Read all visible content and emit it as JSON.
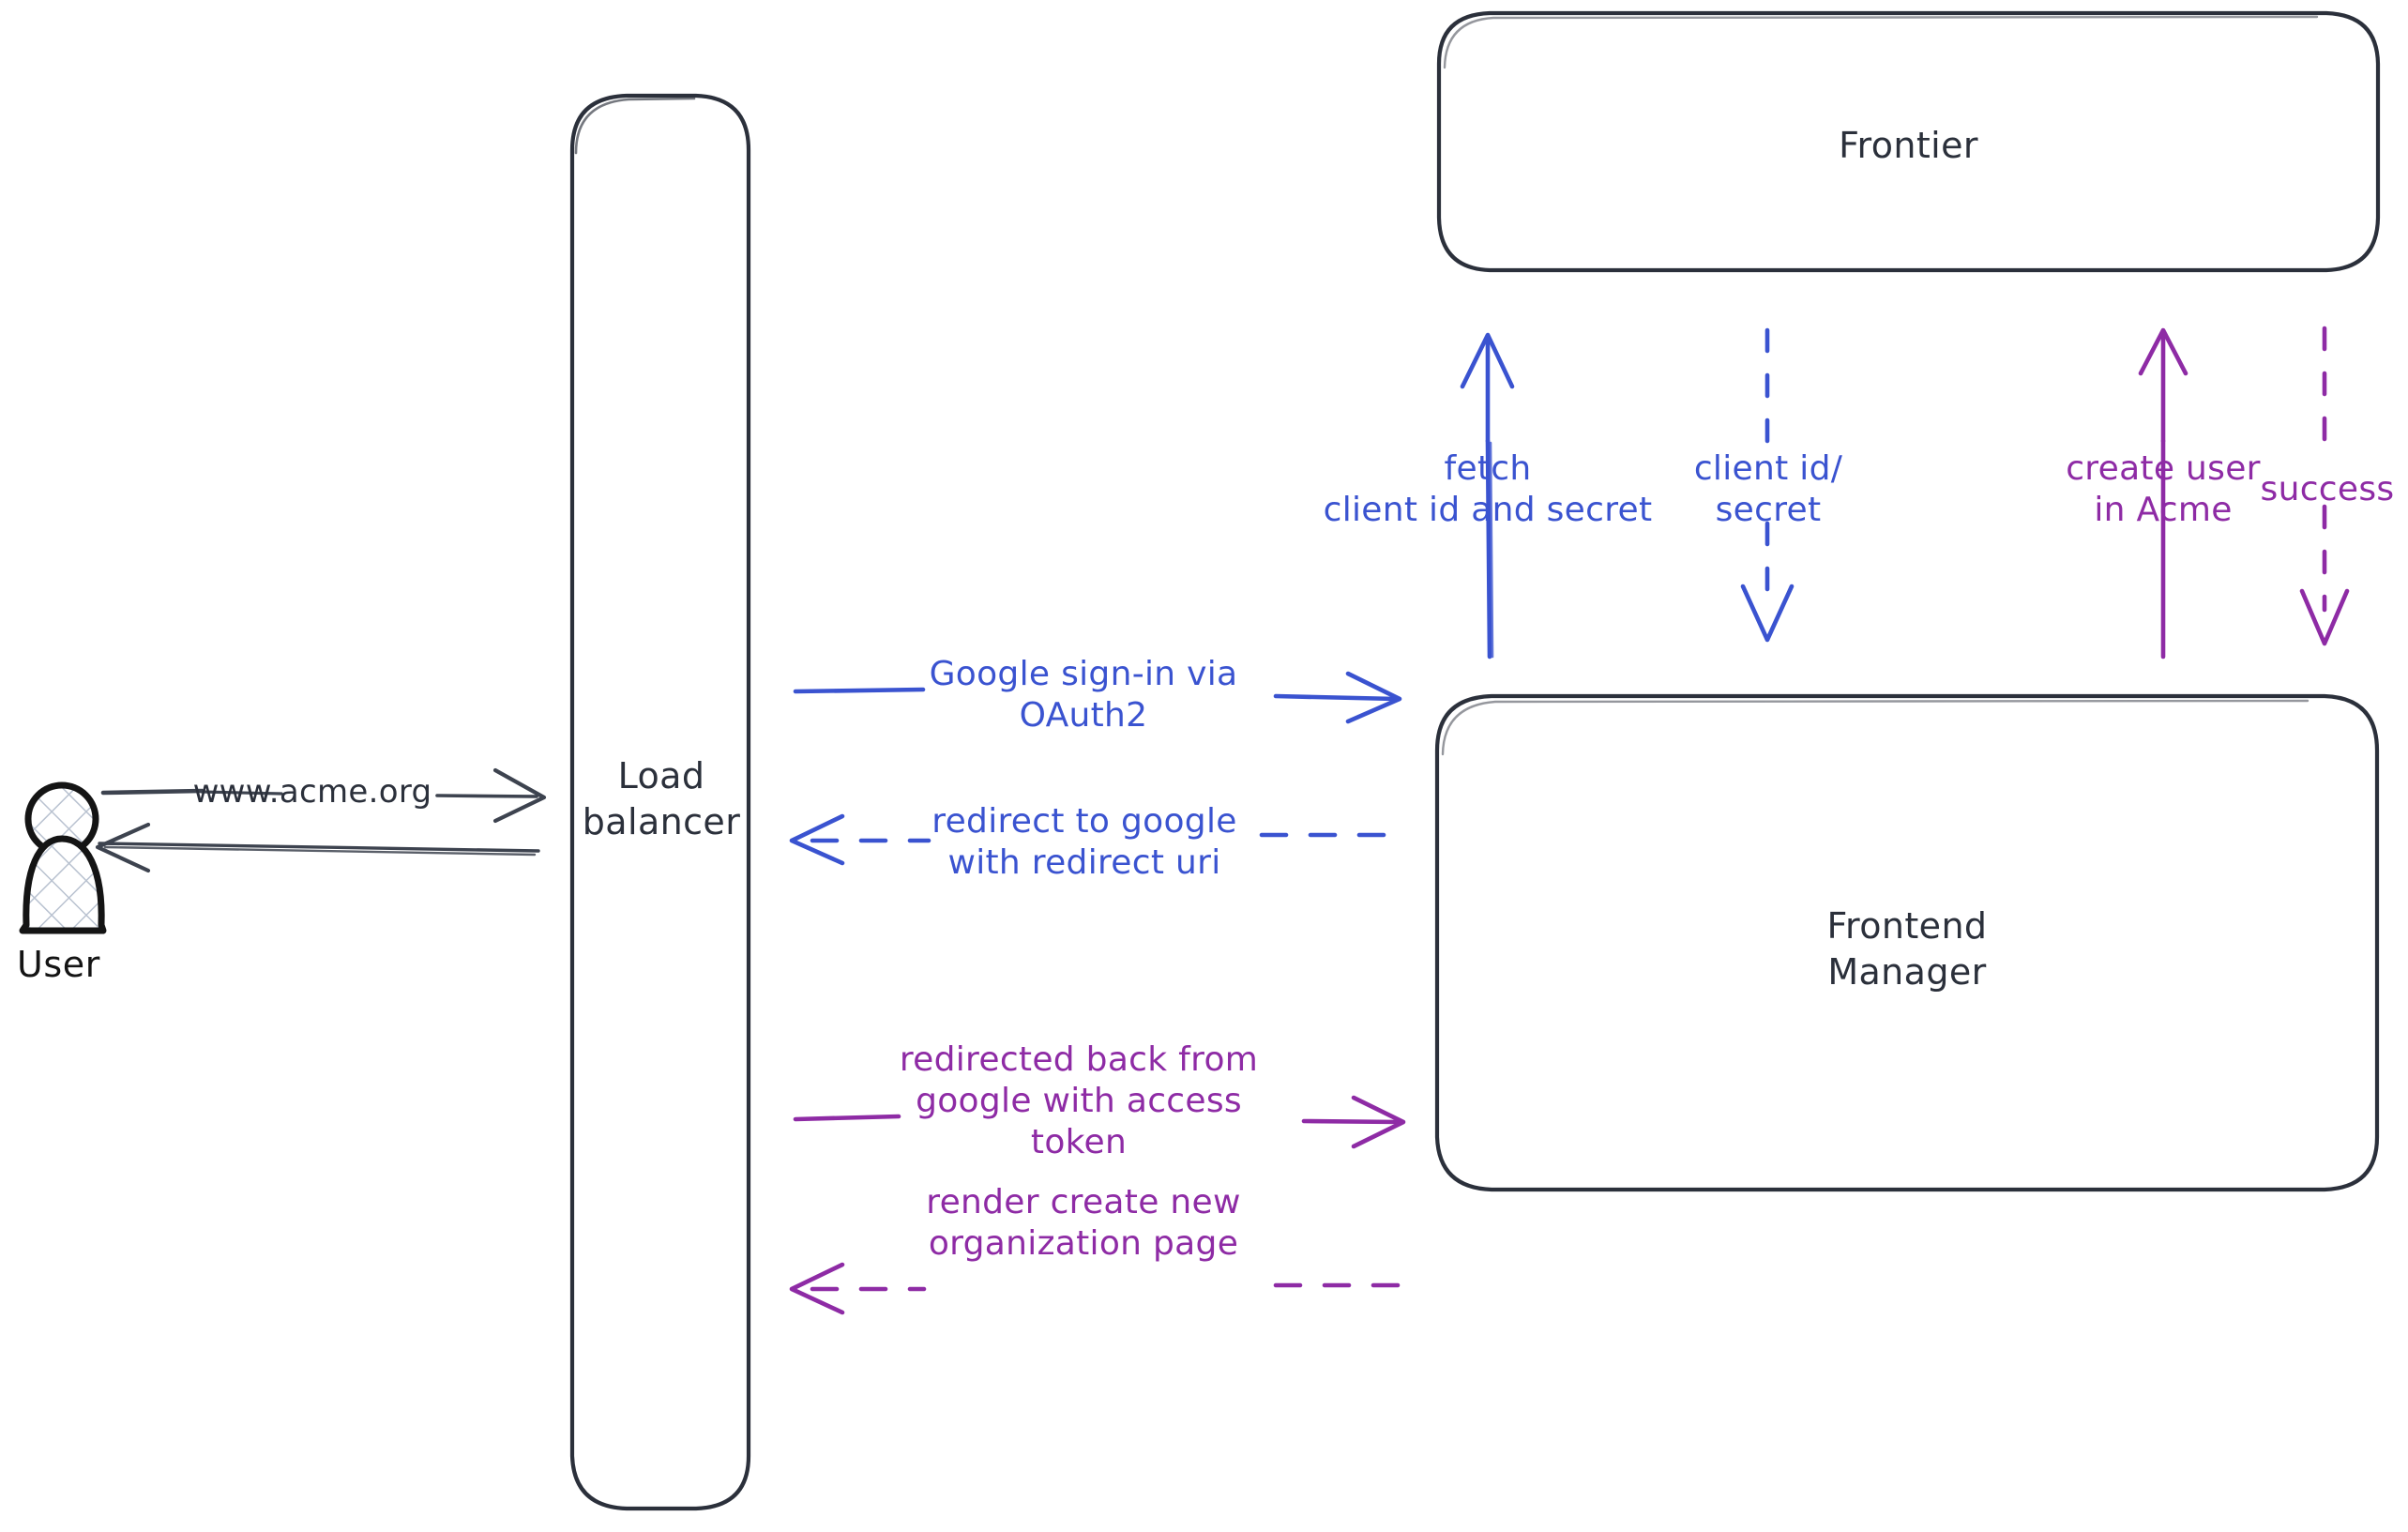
{
  "diagram": {
    "title": "OAuth2 sign-in sequence",
    "colors": {
      "stroke_dark": "#2b303b",
      "blue": "#3a53d0",
      "purple": "#8e2ba5",
      "background": "#ffffff"
    },
    "actors": [
      {
        "id": "user",
        "caption": "User",
        "shape": "person-hatched"
      }
    ],
    "nodes": [
      {
        "id": "load-balancer",
        "label": "Load\nbalancer",
        "shape": "rounded-rect"
      },
      {
        "id": "frontier",
        "label": "Frontier",
        "shape": "rounded-rect"
      },
      {
        "id": "frontend-manager",
        "label": "Frontend\nManager",
        "shape": "rounded-rect"
      }
    ],
    "edges": [
      {
        "id": "user-to-lb",
        "label": "www.acme.org",
        "color": "#2b303b",
        "style": "solid",
        "direction": "right"
      },
      {
        "id": "lb-to-user",
        "label": "",
        "color": "#2b303b",
        "style": "solid",
        "direction": "left"
      },
      {
        "id": "lb-to-fm-signin",
        "label": "Google sign-in via\nOAuth2",
        "color": "#3a53d0",
        "style": "solid",
        "direction": "right"
      },
      {
        "id": "fm-to-lb-redirect",
        "label": "redirect to google\nwith redirect uri",
        "color": "#3a53d0",
        "style": "dashed",
        "direction": "left"
      },
      {
        "id": "lb-to-fm-token",
        "label": "redirected back from\ngoogle with access\ntoken",
        "color": "#8e2ba5",
        "style": "solid",
        "direction": "right"
      },
      {
        "id": "fm-to-lb-render",
        "label": "render create new\norganization page",
        "color": "#8e2ba5",
        "style": "dashed",
        "direction": "left"
      },
      {
        "id": "fm-to-frontier-fetch",
        "label": "fetch\nclient id and secret",
        "color": "#3a53d0",
        "style": "solid",
        "direction": "up"
      },
      {
        "id": "frontier-to-fm-creds",
        "label": "client id/\nsecret",
        "color": "#3a53d0",
        "style": "dashed",
        "direction": "down"
      },
      {
        "id": "fm-to-frontier-create",
        "label": "create user\nin Acme",
        "color": "#8e2ba5",
        "style": "solid",
        "direction": "up"
      },
      {
        "id": "frontier-to-fm-success",
        "label": "success",
        "color": "#8e2ba5",
        "style": "dashed",
        "direction": "down"
      }
    ]
  }
}
